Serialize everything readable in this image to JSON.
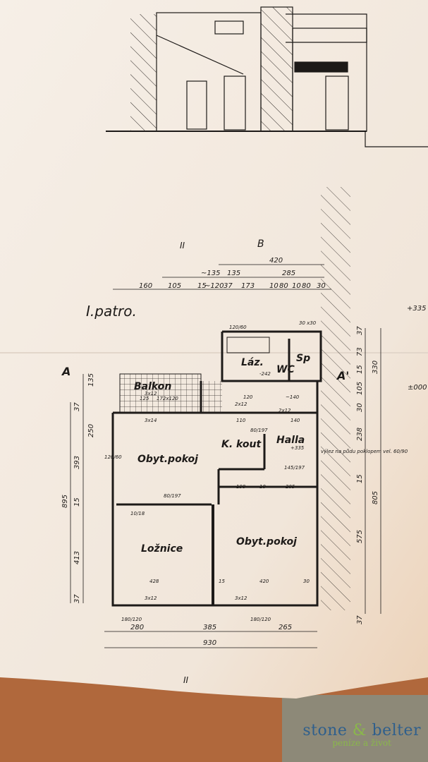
{
  "floor_title": "I.patro.",
  "section_marks": {
    "a_left": "A",
    "a_right": "A'",
    "b": "B",
    "ii_top": "II",
    "ii_bottom": "II"
  },
  "rooms": {
    "balcony": "Balkon",
    "bathroom": "Láz.",
    "wc": "WC",
    "pantry": "Sp",
    "kitchen_corner": "K. kout",
    "hall": "Halla",
    "living_room_1": "Obyt.pokoj",
    "living_room_2": "Obyt.pokoj",
    "bedroom": "Ložnice"
  },
  "top_dimensions": {
    "row1": [
      "420"
    ],
    "row2": [
      "~135",
      "135",
      "285"
    ],
    "row3": [
      "160",
      "105",
      "15",
      "~120",
      "37",
      "173",
      "10",
      "80",
      "10",
      "80",
      "30"
    ]
  },
  "bottom_dimensions": {
    "row1": [
      "280",
      "385",
      "265"
    ],
    "total": "930"
  },
  "left_dimensions": [
    "135",
    "37",
    "250",
    "393",
    "15",
    "413",
    "37",
    "895"
  ],
  "right_dimensions": [
    "37",
    "73",
    "15",
    "105",
    "30",
    "330",
    "238",
    "15",
    "575",
    "805",
    "37"
  ],
  "interior_labels": [
    "120/60",
    "3x12",
    "80/197",
    "10/18",
    "428",
    "15",
    "420",
    "30",
    "3x12",
    "3x12",
    "180/120",
    "180/120",
    "190",
    "10",
    "205",
    "145/197",
    "+335",
    "80/197",
    "140",
    "110",
    "2x12",
    "120",
    "~140",
    "2x12",
    "125",
    "172x120",
    "-242",
    "30 x30",
    "120/60",
    "3x14"
  ],
  "note": "výlez na půdu poklopem vel. 60/90",
  "levels": [
    "+335",
    "±000"
  ],
  "watermark": {
    "brand_left": "stone",
    "amp": "&",
    "brand_right": "belter",
    "tagline": "peníze a život"
  },
  "colors": {
    "paper": "#f3ebe2",
    "ink": "#1d1a18",
    "brand_blue": "#2f5f8c",
    "brand_green": "#8ab84a"
  }
}
